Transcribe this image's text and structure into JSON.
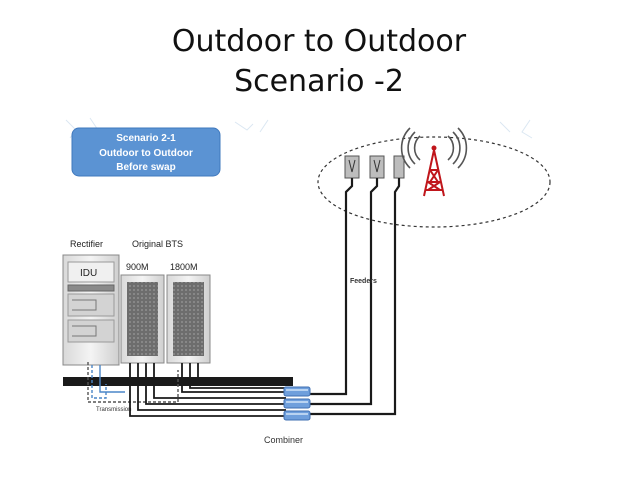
{
  "slide": {
    "title_line1": "Outdoor to Outdoor",
    "title_line2": "Scenario -2"
  },
  "diagram": {
    "scenario_box": {
      "line1": "Scenario 2-1",
      "line2": "Outdoor to Outdoor",
      "line3": "Before swap"
    },
    "rectifier_label": "Rectifier",
    "original_bts_label": "Original BTS",
    "band_900_label": "900M",
    "band_1800_label": "1800M",
    "idu_label": "IDU",
    "feeders_label": "Feeders",
    "combiner_label": "Combiner",
    "transmission_label": "Transmission",
    "colors": {
      "scenario_box_fill": "#5b93d3",
      "combiner_fill": "#6f9fdc",
      "cable": "#1a1a1a",
      "tower": "#c0161b"
    }
  }
}
